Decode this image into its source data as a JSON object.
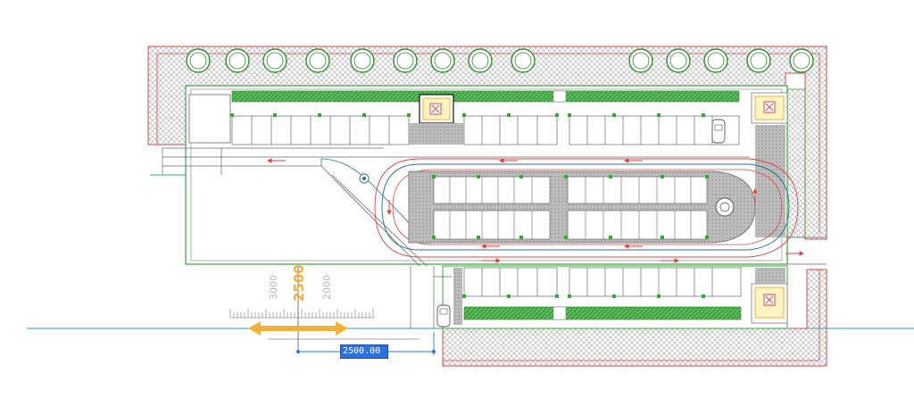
{
  "canvas": {
    "background": "#ffffff",
    "site_boundary_color": "#d94848",
    "hatch_color": "#9a9a9a",
    "planting_color": "#3aa53a",
    "tree_color": "#2f8a2f",
    "aisle_arrow_color": "#e04040",
    "ground_line_color": "#2aa0a0",
    "paved_color": "#c8c8c8"
  },
  "tool": {
    "scale_labels": {
      "left": "3000",
      "center": "2500",
      "right": "2000"
    },
    "scale_label_color": "#f2b13a",
    "scale_muted_color": "#b8b8b8",
    "stretch_arrow_color": "#f2b13a",
    "dimension_input": {
      "value": "2500.00"
    }
  },
  "icons": [
    "tree-icon",
    "stair-core-icon",
    "car-icon",
    "fountain-icon",
    "direction-arrow-icon"
  ]
}
